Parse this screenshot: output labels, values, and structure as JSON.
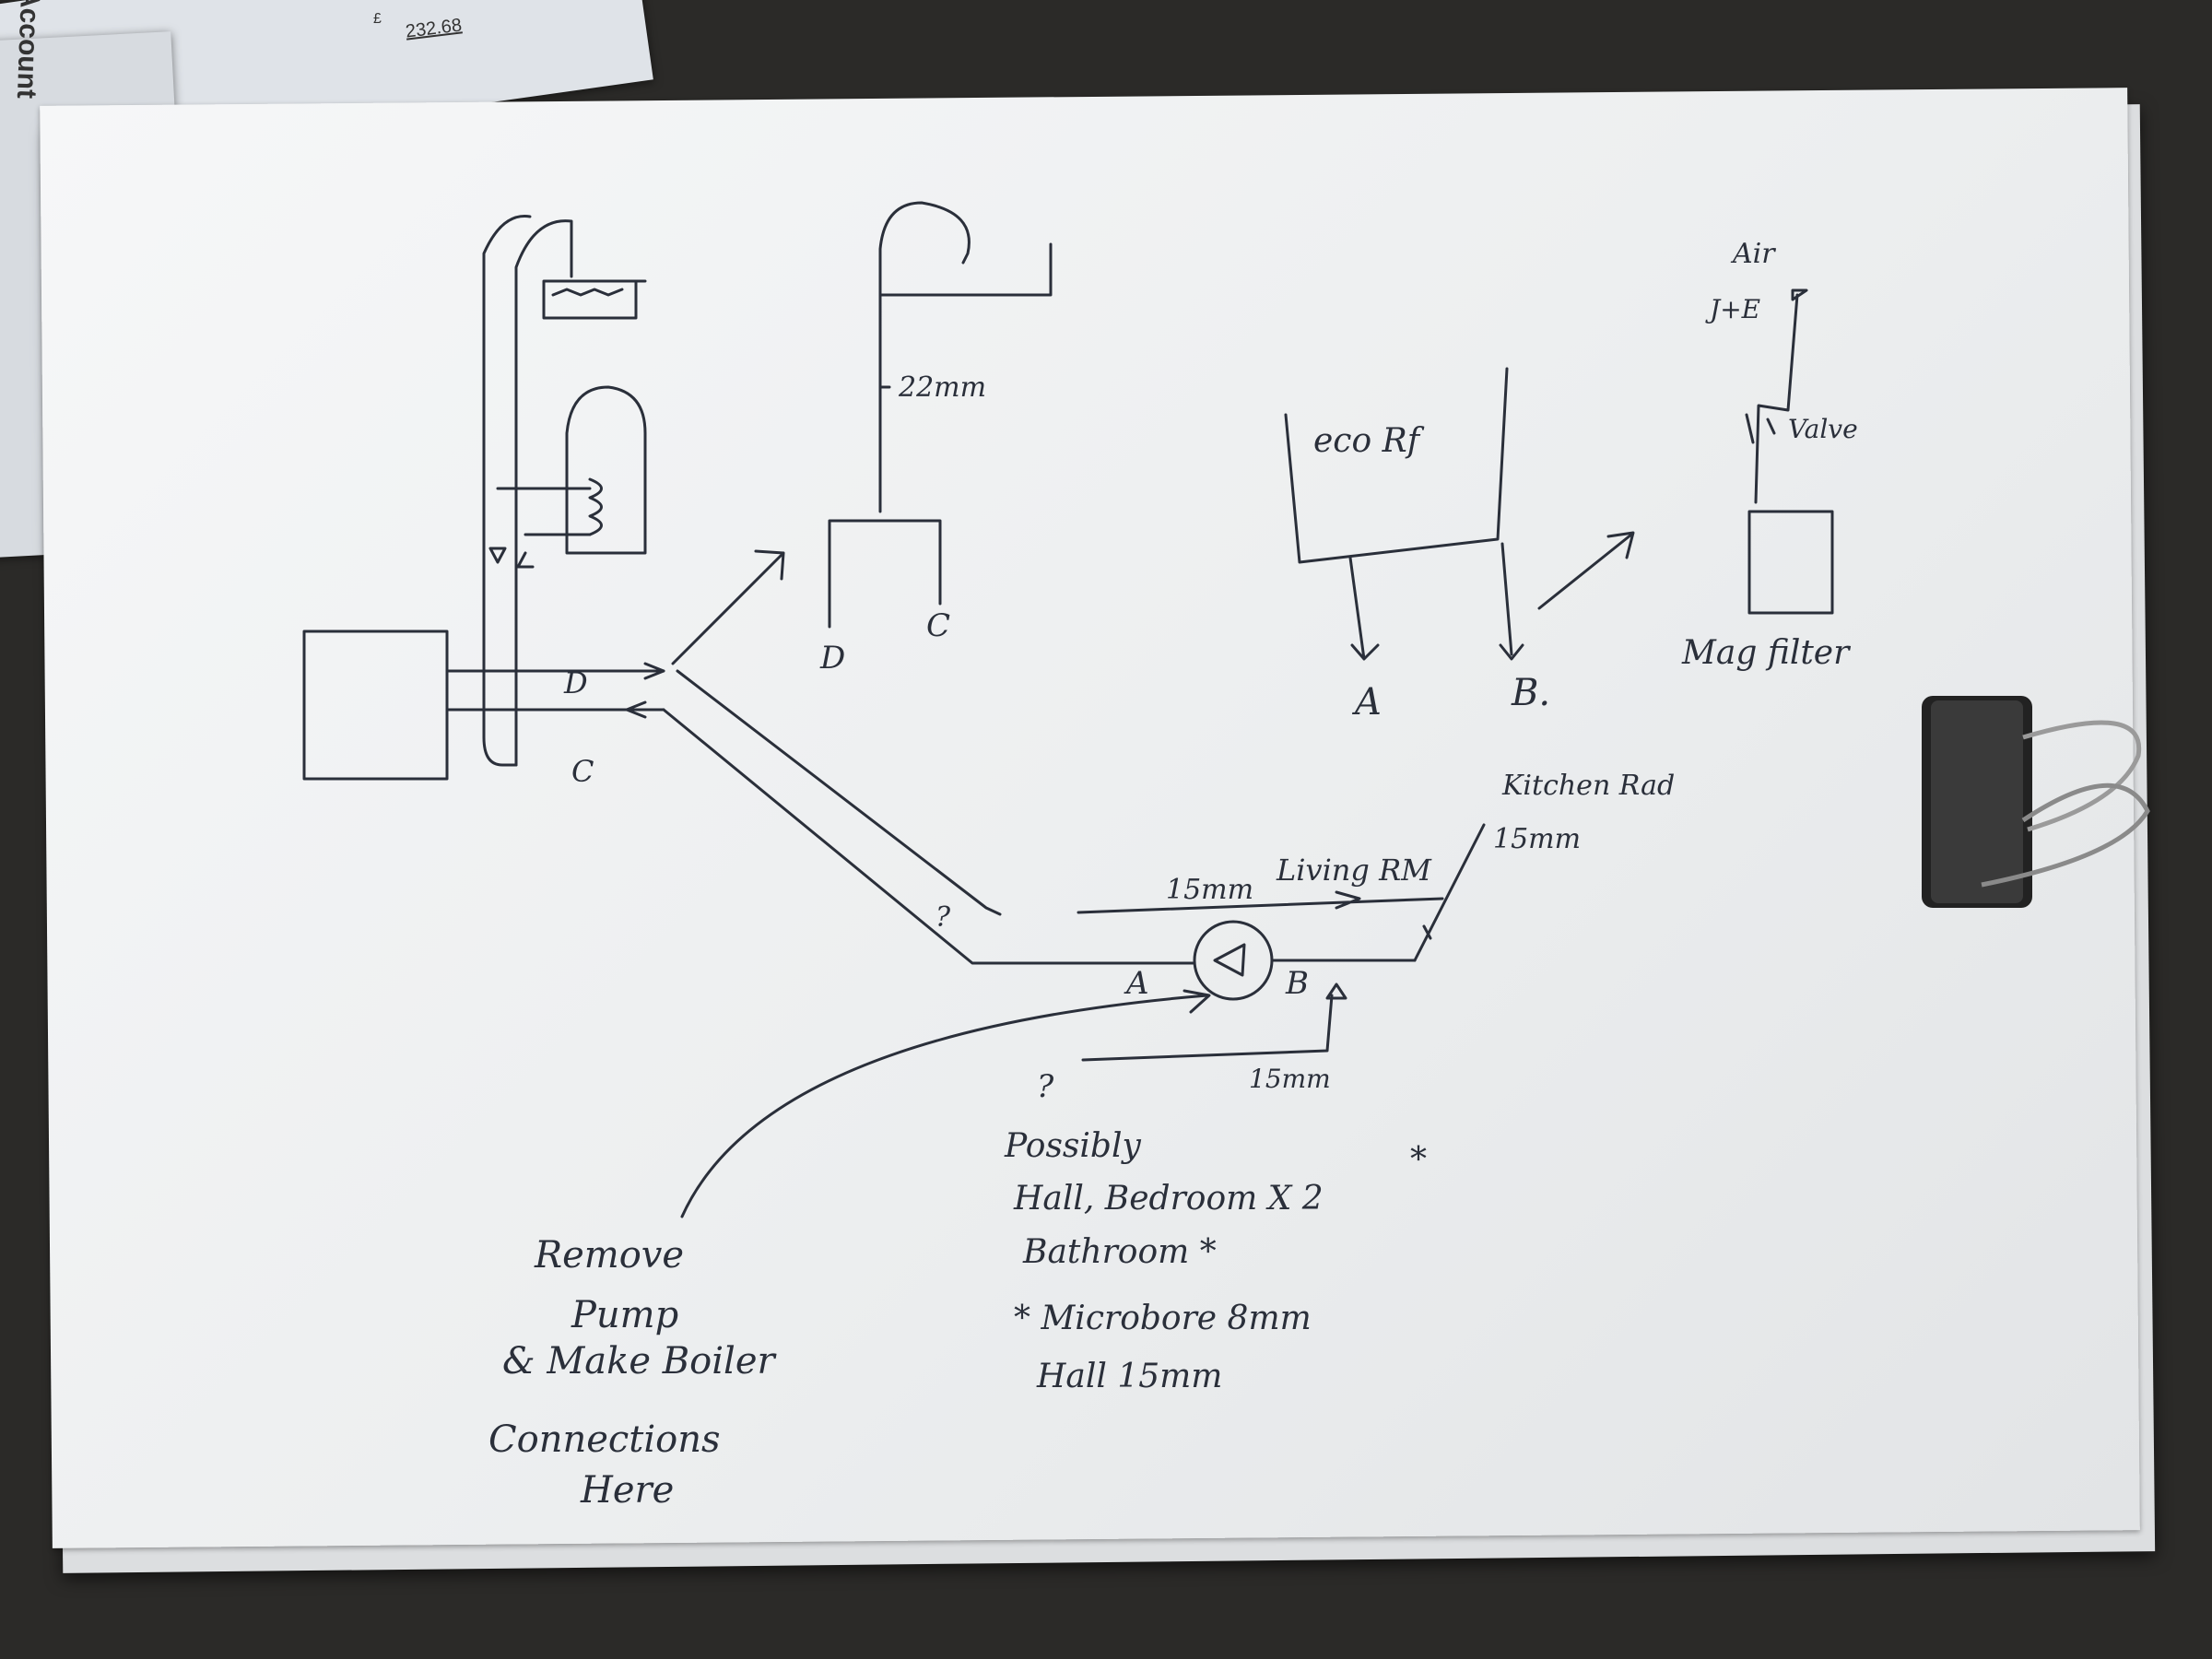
{
  "background_paper": {
    "account_label": "Account",
    "amount_currency": "£",
    "amount_value": "232.68"
  },
  "diagram": {
    "boiler_flow_label": "D",
    "boiler_return_label": "C",
    "pipe_size_22": "22mm",
    "new_boiler_flow": "D",
    "new_boiler_return": "C",
    "eco_box_label": "eco Rf",
    "eco_out_a": "A",
    "eco_out_b": "B.",
    "air_release_label": "Air",
    "fill_label": "J+E",
    "valve_label": "Valve",
    "filter_label": "Mag filter",
    "kitchen_rad_label": "Kitchen Rad",
    "kitchen_rad_size": "15mm",
    "living_rm_label": "Living RM",
    "living_size": "15mm",
    "question_upper": "?",
    "pump_in": "A",
    "pump_out": "B",
    "question_lower": "?",
    "lower_size": "15mm",
    "note_possibly": "Possibly",
    "note_rooms": "Hall, Bedroom X 2",
    "note_bathroom": "Bathroom *",
    "note_star": "*",
    "note_microbore": "* Microbore 8mm",
    "note_hall": "Hall 15mm",
    "instruction_line1": "Remove",
    "instruction_line2": "Pump",
    "instruction_line3": "& Make Boiler",
    "instruction_line4": "Connections",
    "instruction_line5": "Here"
  }
}
